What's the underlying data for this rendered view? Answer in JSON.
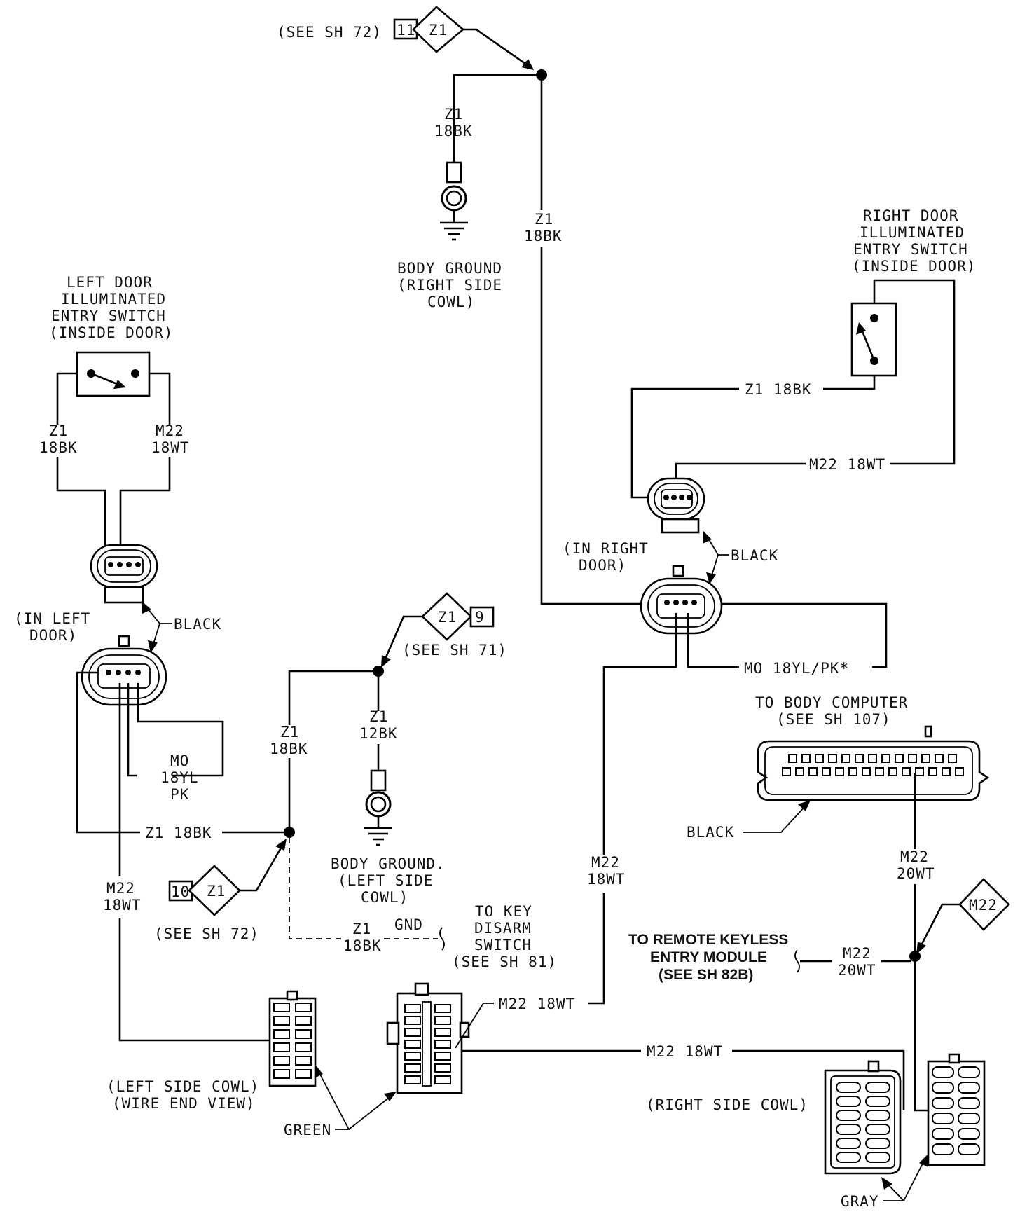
{
  "references": {
    "top_ref": "(SEE SH 72)",
    "sh71_ref": "(SEE SH 71)",
    "left_sh72_ref": "(SEE SH 72)"
  },
  "connectors": {
    "top_num": "11",
    "top_label": "Z1",
    "mid_label": "Z1",
    "mid_num": "9",
    "left_num": "10",
    "left_label": "Z1",
    "right_label": "M22"
  },
  "grounds": {
    "right_name": [
      "BODY GROUND",
      "(RIGHT SIDE",
      "COWL)"
    ],
    "left_name": [
      "BODY GROUND.",
      "(LEFT SIDE",
      "COWL)"
    ]
  },
  "switches": {
    "left_title": [
      "LEFT DOOR",
      "ILLUMINATED",
      "ENTRY SWITCH",
      "(INSIDE DOOR)"
    ],
    "right_title": [
      "RIGHT DOOR",
      "ILLUMINATED",
      "ENTRY SWITCH",
      "(INSIDE DOOR)"
    ]
  },
  "locations": {
    "in_left_door": [
      "(IN LEFT",
      "DOOR)"
    ],
    "in_right_door": [
      "(IN RIGHT",
      "DOOR)"
    ],
    "left_cowl": [
      "(LEFT SIDE COWL)",
      "(WIRE END VIEW)"
    ],
    "right_cowl": "(RIGHT SIDE COWL)"
  },
  "colors": {
    "black_left": "BLACK",
    "black_right": "BLACK",
    "black_computer": "BLACK",
    "green": "GREEN",
    "gray": "GRAY"
  },
  "wires": {
    "top_left_z1": [
      "Z1",
      "18BK"
    ],
    "top_vertical_z1": [
      "Z1",
      "18BK"
    ],
    "left_sw_z1": [
      "Z1",
      "18BK"
    ],
    "left_sw_m22": [
      "M22",
      "18WT"
    ],
    "right_sw_z1": "Z1 18BK",
    "right_sw_m22": "M22 18WT",
    "mo_right": "MO 18YL/PK*",
    "mo_left": [
      "MO",
      "18YL",
      "PK"
    ],
    "left_z1_horizontal": "Z1 18BK",
    "splice_z1": [
      "Z1",
      "18BK"
    ],
    "ground_z1_12": [
      "Z1",
      "12BK"
    ],
    "left_m22": [
      "M22",
      "18WT"
    ],
    "right_vertical_m22": [
      "M22",
      "18WT"
    ],
    "dashed_z1": [
      "Z1",
      "18BK"
    ],
    "gnd": "GND",
    "computer_m22": [
      "M22",
      "20WT"
    ],
    "keyless_m22": [
      "M22",
      "20WT"
    ],
    "green_m22_upper": "M22 18WT",
    "green_m22_lower": "M22 18WT"
  },
  "modules": {
    "body_computer": [
      "TO BODY COMPUTER",
      "(SEE SH 107)"
    ],
    "key_disarm": [
      "TO KEY",
      "DISARM",
      "SWITCH",
      "(SEE SH 81)"
    ],
    "remote_keyless": [
      "TO REMOTE KEYLESS",
      "ENTRY MODULE",
      "(SEE SH 82B)"
    ]
  }
}
